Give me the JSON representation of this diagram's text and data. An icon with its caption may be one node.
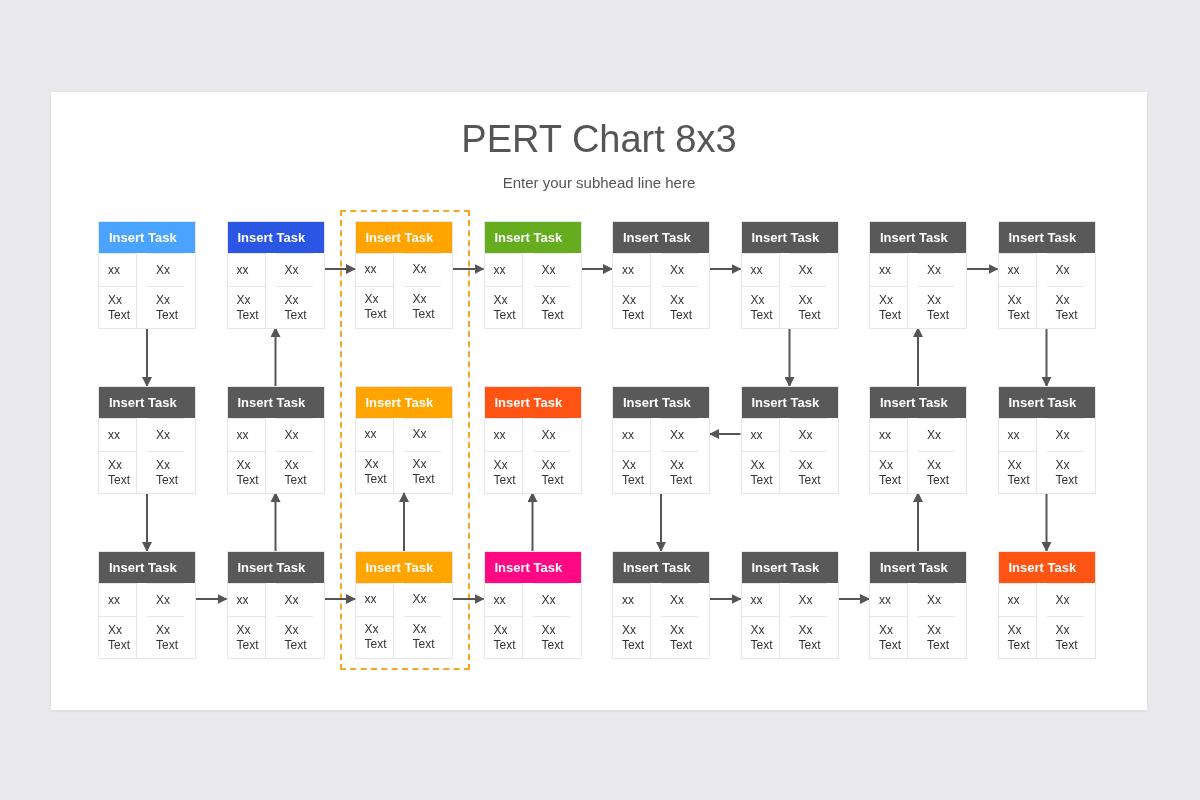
{
  "diagram": {
    "title": "PERT Chart 8x3",
    "caption": "Enter your subhead line here",
    "nodes": [
      {
        "text": [],
        "shape": "box"
      },
      {
        "text": [
          "Insert Task",
          "xx",
          "Xx",
          "Xx Text",
          "Xx Text"
        ]
      },
      {
        "text": [
          "Insert Task",
          "xx",
          "Xx",
          "Xx Text",
          "Xx Text"
        ]
      },
      {
        "text": [
          "Insert Task",
          "xx",
          "Xx",
          "Xx Text",
          "Xx Text"
        ],
        "in": 0
      },
      {
        "text": [
          "Insert Task",
          "xx",
          "Xx",
          "Xx Text",
          "Xx Text"
        ]
      },
      {
        "text": [
          "Insert Task",
          "xx",
          "Xx",
          "Xx Text",
          "Xx Text"
        ]
      },
      {
        "text": [
          "Insert Task",
          "xx",
          "Xx",
          "Xx Text",
          "Xx Text"
        ]
      },
      {
        "text": [
          "Insert Task",
          "xx",
          "Xx",
          "Xx Text",
          "Xx Text"
        ]
      },
      {
        "text": [
          "Insert Task",
          "xx",
          "Xx",
          "Xx Text",
          "Xx Text"
        ]
      },
      {
        "text": [
          "Insert Task",
          "xx",
          "Xx",
          "Xx Text",
          "Xx Text"
        ]
      },
      {
        "text": [
          "Insert Task",
          "xx",
          "Xx",
          "Xx Text",
          "Xx Text"
        ]
      },
      {
        "text": [
          "Insert Task",
          "xx",
          "Xx",
          "Xx Text",
          "Xx Text"
        ],
        "in": 0
      },
      {
        "text": [
          "Insert Task",
          "xx",
          "Xx",
          "Xx Text",
          "Xx Text"
        ]
      },
      {
        "text": [
          "Insert Task",
          "xx",
          "Xx",
          "Xx Text",
          "Xx Text"
        ]
      },
      {
        "text": [
          "Insert Task",
          "xx",
          "Xx",
          "Xx Text",
          "Xx Text"
        ]
      },
      {
        "text": [
          "Insert Task",
          "xx",
          "Xx",
          "Xx Text",
          "Xx Text"
        ]
      },
      {
        "text": [
          "Insert Task",
          "xx",
          "Xx",
          "Xx Text",
          "Xx Text"
        ]
      },
      {
        "text": [
          "Insert Task",
          "xx",
          "Xx",
          "Xx Text",
          "Xx Text"
        ]
      },
      {
        "text": [
          "Insert Task",
          "xx",
          "Xx",
          "Xx Text",
          "Xx Text"
        ]
      },
      {
        "text": [
          "Insert Task",
          "xx",
          "Xx",
          "Xx Text",
          "Xx Text"
        ],
        "in": 0
      },
      {
        "text": [
          "Insert Task",
          "xx",
          "Xx",
          "Xx Text",
          "Xx Text"
        ]
      },
      {
        "text": [
          "Insert Task",
          "xx",
          "Xx",
          "Xx Text",
          "Xx Text"
        ]
      },
      {
        "text": [
          "Insert Task",
          "xx",
          "Xx",
          "Xx Text",
          "Xx Text"
        ]
      },
      {
        "text": [
          "Insert Task",
          "xx",
          "Xx",
          "Xx Text",
          "Xx Text"
        ]
      },
      {
        "text": [
          "Insert Task",
          "xx",
          "Xx",
          "Xx Text",
          "Xx Text"
        ]
      }
    ],
    "edges": [
      {
        "from": 1,
        "to": 9,
        "arrow": "to"
      },
      {
        "from": 9,
        "to": 17,
        "arrow": "to"
      },
      {
        "from": 17,
        "to": 18,
        "arrow": "to"
      },
      {
        "from": 18,
        "to": 10,
        "arrow": "to"
      },
      {
        "from": 10,
        "to": 2,
        "arrow": "to"
      },
      {
        "from": 2,
        "to": 3,
        "arrow": "to"
      },
      {
        "from": 18,
        "to": 19,
        "arrow": "to"
      },
      {
        "from": 19,
        "to": 11,
        "arrow": "to"
      },
      {
        "from": 3,
        "to": 4,
        "arrow": "to"
      },
      {
        "from": 19,
        "to": 20,
        "arrow": "to"
      },
      {
        "from": 20,
        "to": 12,
        "arrow": "to"
      },
      {
        "from": 4,
        "to": 5,
        "arrow": "to"
      },
      {
        "from": 5,
        "to": 6,
        "arrow": "to"
      },
      {
        "from": 6,
        "to": 14,
        "arrow": "to"
      },
      {
        "from": 14,
        "to": 13,
        "arrow": "to"
      },
      {
        "from": 13,
        "to": 21,
        "arrow": "to"
      },
      {
        "from": 21,
        "to": 22,
        "arrow": "to"
      },
      {
        "from": 22,
        "to": 23,
        "arrow": "to"
      },
      {
        "from": 23,
        "to": 15,
        "arrow": "to"
      },
      {
        "from": 15,
        "to": 7,
        "arrow": "to"
      },
      {
        "from": 7,
        "to": 8,
        "arrow": "to"
      },
      {
        "from": 8,
        "to": 16,
        "arrow": "to"
      },
      {
        "from": 16,
        "to": 24,
        "arrow": "to"
      }
    ]
  }
}
